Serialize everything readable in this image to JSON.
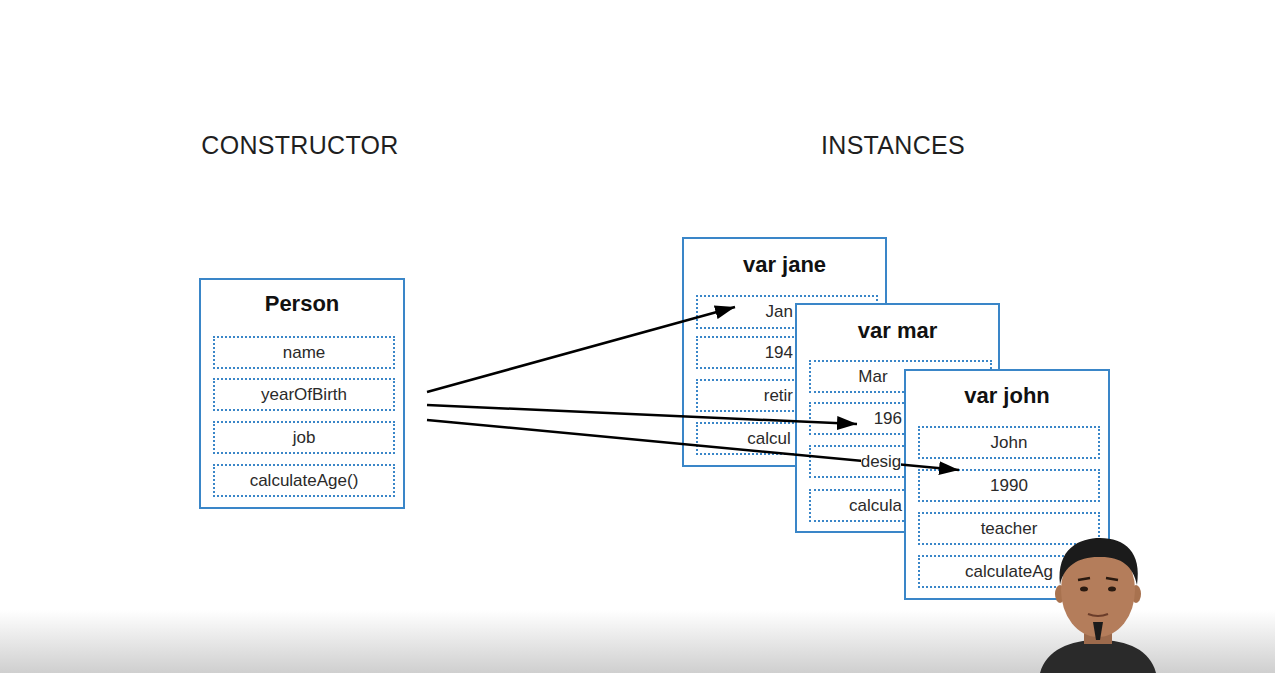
{
  "diagram": {
    "nodes": [
      {
        "text": [
          "Person"
        ]
      },
      {
        "text": [
          "name"
        ],
        "in": 0
      },
      {
        "text": [
          "yearOfBirth"
        ],
        "in": 0
      },
      {
        "text": [
          "job"
        ],
        "in": 0
      },
      {
        "text": [
          "calculateAge()"
        ],
        "in": 0
      },
      {
        "text": [
          "var jane"
        ]
      },
      {
        "text": [
          "Jan"
        ],
        "in": 5
      },
      {
        "text": [
          "194"
        ],
        "in": 5
      },
      {
        "text": [
          "retir"
        ],
        "in": 5
      },
      {
        "text": [
          "calcul"
        ],
        "in": 5
      },
      {
        "text": [
          "var mar"
        ]
      },
      {
        "text": [
          "Mar"
        ],
        "in": 10
      },
      {
        "text": [
          "196"
        ],
        "in": 10
      },
      {
        "text": [
          "desig"
        ],
        "in": 10
      },
      {
        "text": [
          "calcula"
        ],
        "in": 10
      },
      {
        "text": [
          "var john"
        ]
      },
      {
        "text": [
          "John"
        ],
        "in": 15
      },
      {
        "text": [
          "1990"
        ],
        "in": 15
      },
      {
        "text": [
          "teacher"
        ],
        "in": 15
      },
      {
        "text": [
          "calculateAg"
        ],
        "in": 15
      }
    ],
    "edges": [
      {
        "from": 0,
        "to": 6,
        "arrow": "to"
      },
      {
        "from": 0,
        "to": 12,
        "arrow": "to"
      },
      {
        "from": 0,
        "to": 17,
        "arrow": "to"
      }
    ],
    "labels": [
      "CONSTRUCTOR",
      "INSTANCES"
    ]
  }
}
